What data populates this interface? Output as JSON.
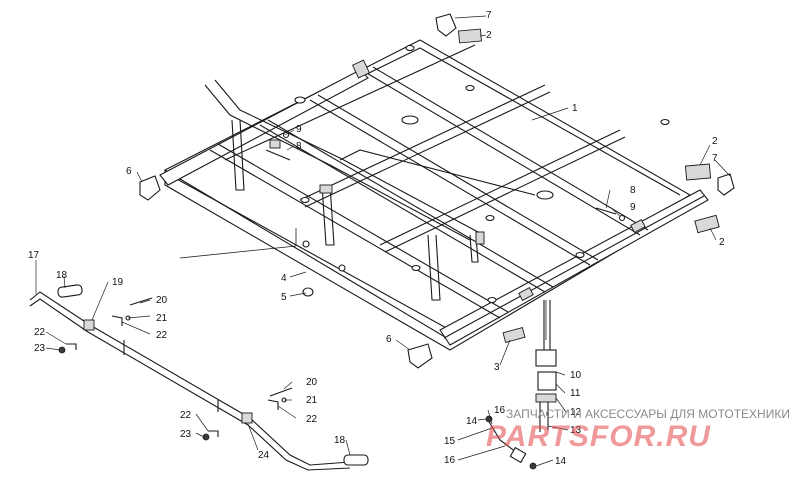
{
  "callouts": [
    "1",
    "2",
    "2",
    "2",
    "3",
    "4",
    "5",
    "6",
    "6",
    "7",
    "7",
    "8",
    "8",
    "9",
    "9",
    "10",
    "11",
    "12",
    "13",
    "14",
    "14",
    "15",
    "16",
    "16",
    "17",
    "18",
    "18",
    "19",
    "20",
    "20",
    "21",
    "21",
    "22",
    "22",
    "22",
    "22",
    "23",
    "23",
    "24"
  ],
  "watermark": {
    "caption": "ЗАПЧАСТИ И АКСЕССУАРЫ ДЛЯ МОТОТЕХНИКИ",
    "logo": "PARTSFOR.RU"
  }
}
